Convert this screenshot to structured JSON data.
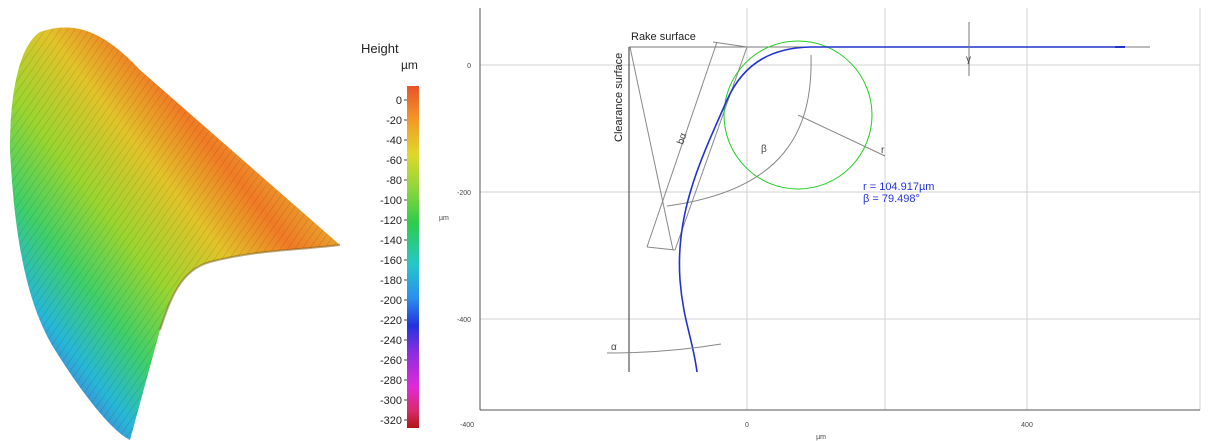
{
  "colorbar": {
    "title": "Height",
    "unit": "µm",
    "ticks": [
      "0",
      "-20",
      "-40",
      "-60",
      "-80",
      "-100",
      "-120",
      "-140",
      "-160",
      "-180",
      "-200",
      "-220",
      "-240",
      "-260",
      "-280",
      "-300",
      "-320"
    ]
  },
  "profile": {
    "x_ticks": [
      "-400",
      "0",
      "400"
    ],
    "y_ticks": [
      "0",
      "-200",
      "-400"
    ],
    "x_unit": "µm",
    "y_unit": "µm",
    "labels": {
      "rake_surface": "Rake surface",
      "clearance_surface": "Clearance surface",
      "b_alpha": "bα",
      "beta": "β",
      "r": "r",
      "alpha": "α",
      "gamma": "γ"
    },
    "result_r": "r = 104.917µm",
    "result_beta": "β = 79.498°"
  },
  "colors": {
    "profile_line": "#2233cc",
    "fit_circle": "#22cc22",
    "result_text": "#2233dd",
    "grid": "#d0d0d0"
  }
}
